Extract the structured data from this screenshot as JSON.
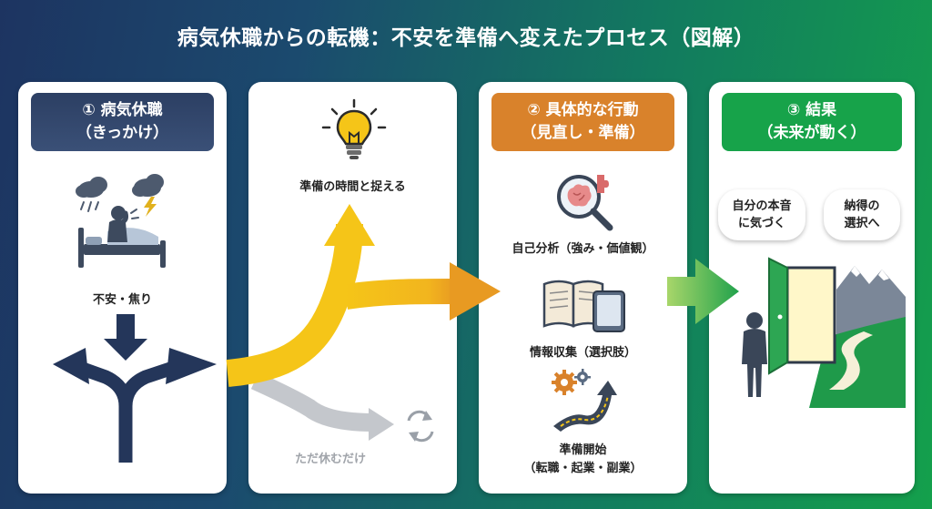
{
  "title": "病気休職からの転機：不安を準備へ変えたプロセス（図解）",
  "step1": {
    "header_line1": "① 病気休職",
    "header_line2": "（きっかけ）",
    "caption": "不安・焦り"
  },
  "step2": {
    "positive_caption": "準備の時間と捉える",
    "negative_caption": "ただ休むだけ"
  },
  "step3": {
    "header_line1": "② 具体的な行動",
    "header_line2": "（見直し・準備）",
    "action1": "自己分析（強み・価値観）",
    "action2": "情報収集（選択肢）",
    "action3_line1": "準備開始",
    "action3_line2": "（転職・起業・副業）"
  },
  "step4": {
    "header_line1": "③ 結果",
    "header_line2": "（未来が動く）",
    "bubble1_line1": "自分の本音",
    "bubble1_line2": "に気づく",
    "bubble2_line1": "納得の",
    "bubble2_line2": "選択へ"
  },
  "colors": {
    "navy": "#2c3f63",
    "orange": "#d9822b",
    "green": "#17a34a",
    "yellow": "#f5c518",
    "gray": "#c4c7cc"
  }
}
